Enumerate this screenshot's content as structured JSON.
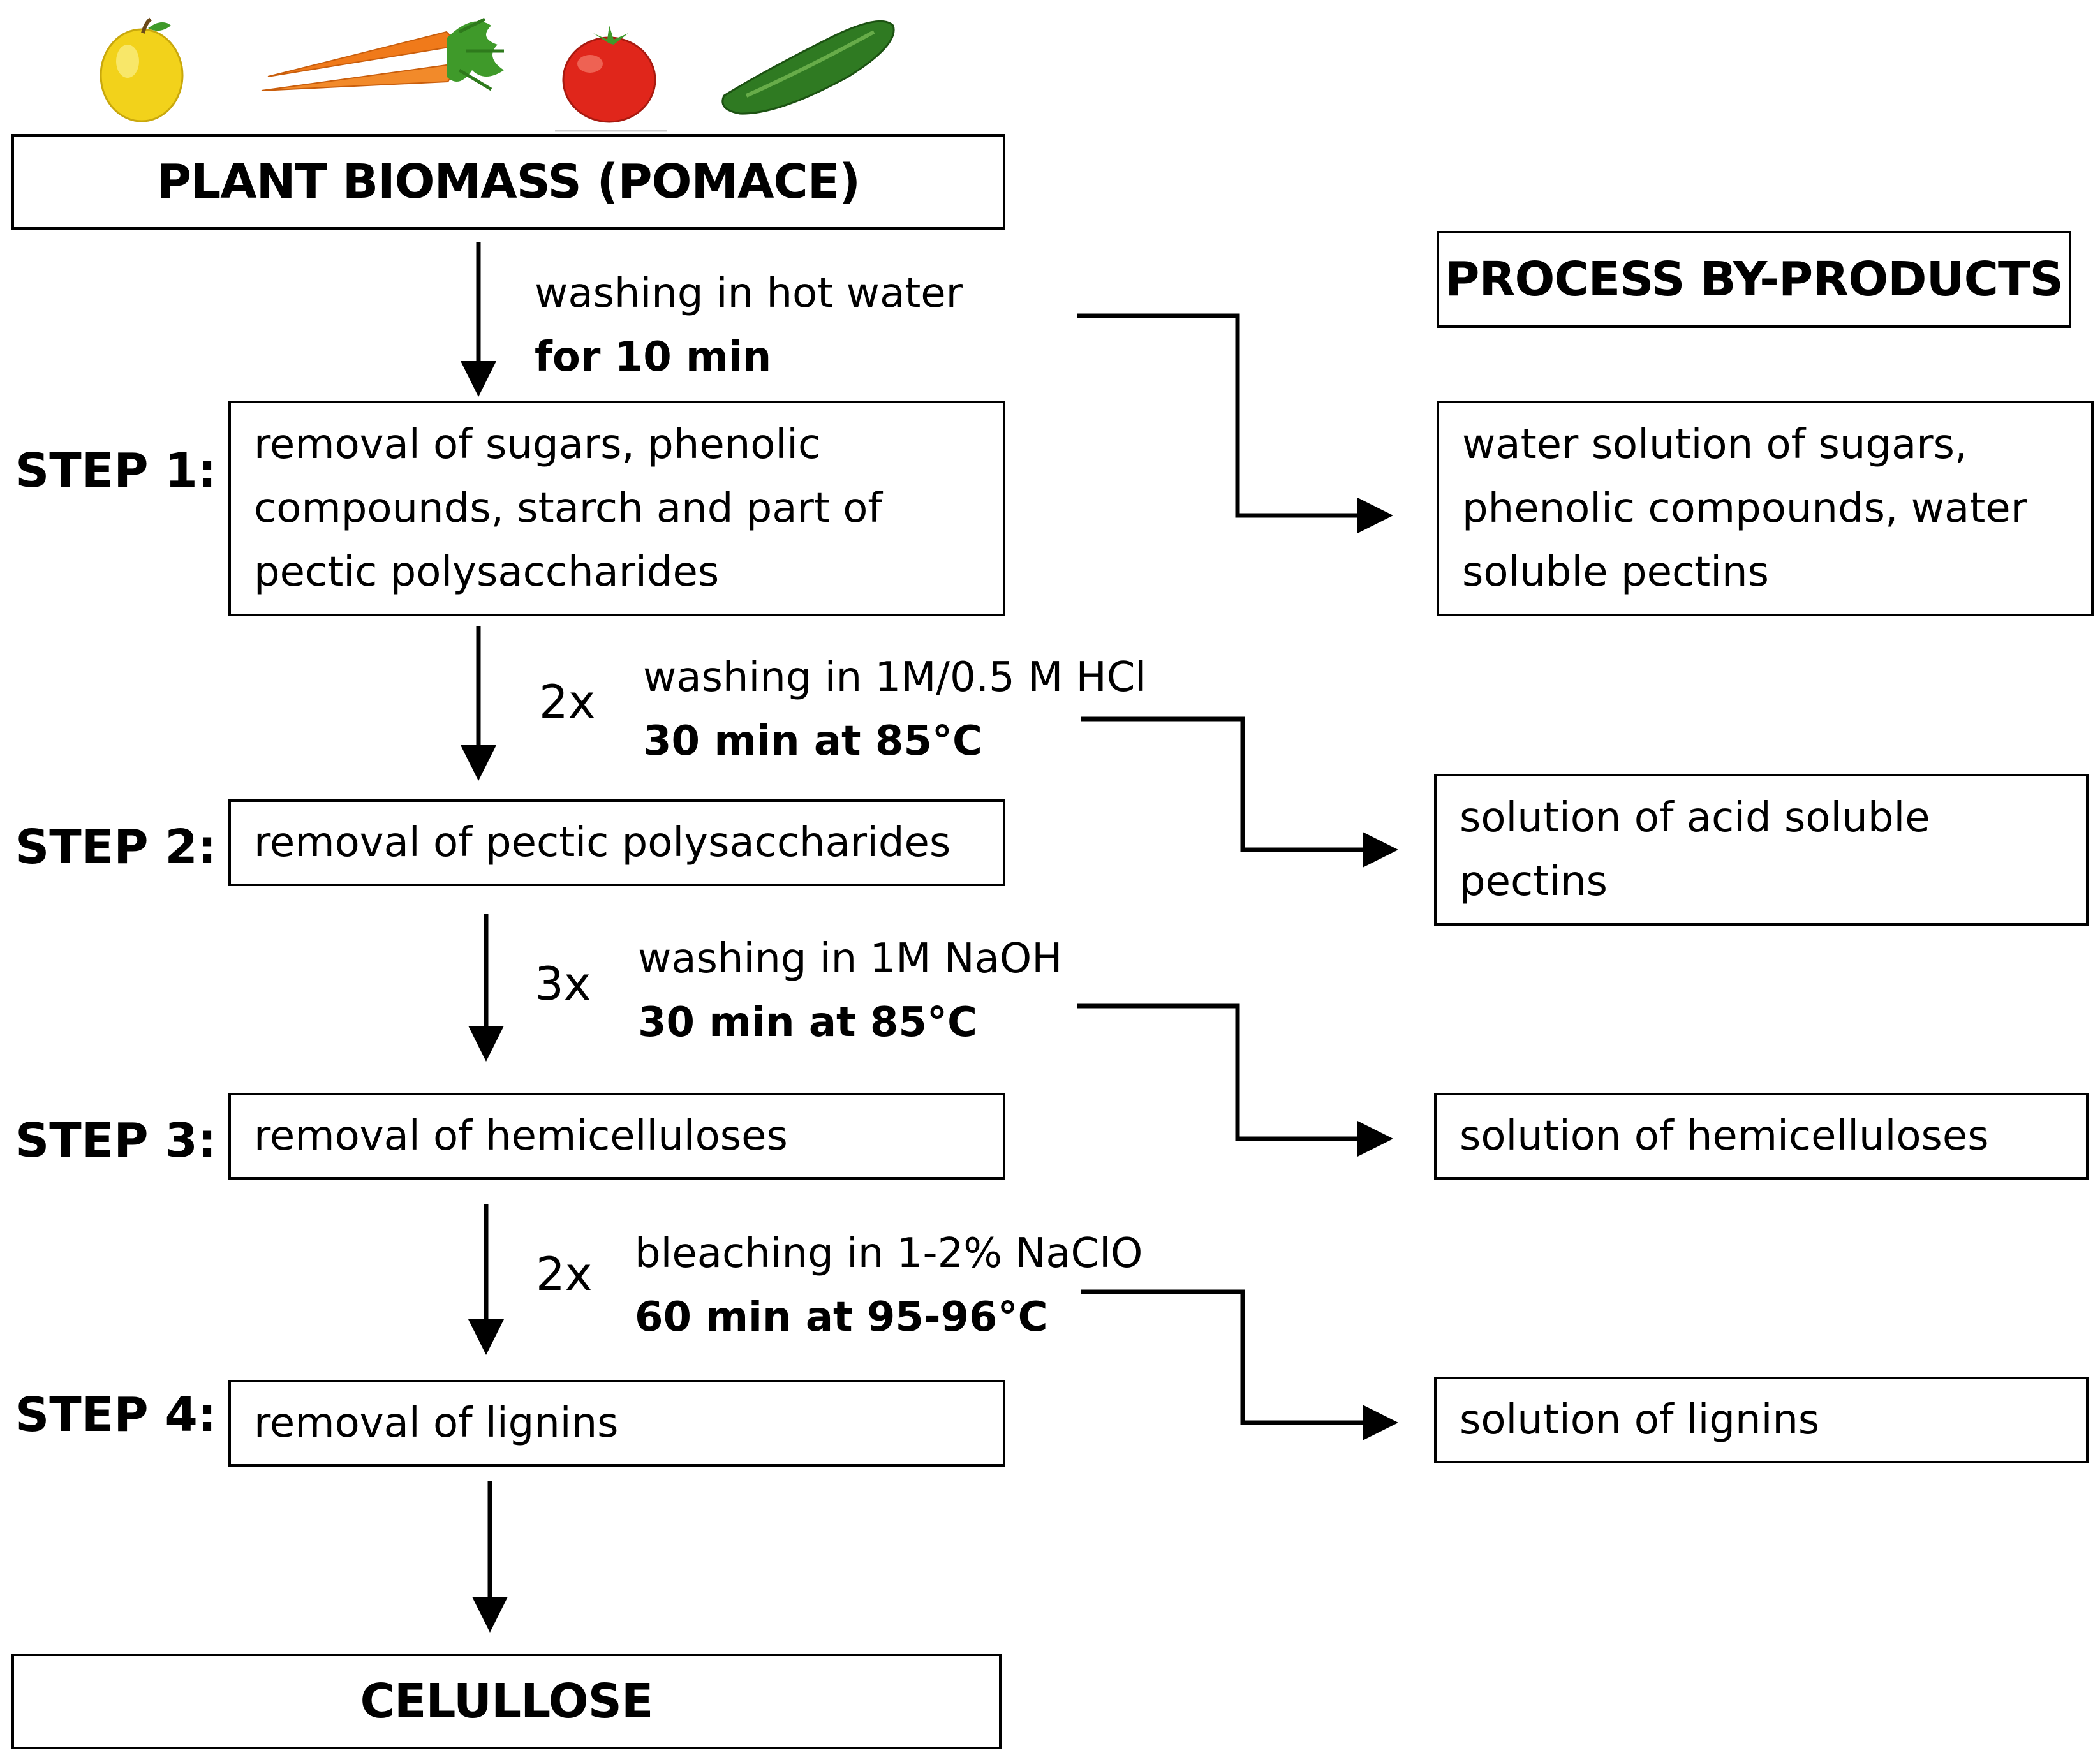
{
  "top_box": "PLANT BIOMASS (POMACE)",
  "byproducts_header": "PROCESS BY-PRODUCTS",
  "bottom_box": "CELULLOSE",
  "steps": [
    {
      "label": "STEP 1:",
      "count": "",
      "treatment": [
        "washing in hot water",
        "for 10 min"
      ],
      "result": [
        "removal of sugars, phenolic",
        "compounds, starch and part of",
        "pectic polysaccharides"
      ],
      "byproduct": [
        "water solution of sugars,",
        "phenolic compounds,  water",
        "soluble pectins"
      ]
    },
    {
      "label": "STEP 2:",
      "count": "2x",
      "treatment": [
        "washing in 1M/0.5 M HCl",
        "30 min at 85°C"
      ],
      "result": [
        "removal of pectic polysaccharides"
      ],
      "byproduct": [
        "solution of acid soluble",
        "pectins"
      ]
    },
    {
      "label": "STEP 3:",
      "count": "3x",
      "treatment": [
        "washing in 1M NaOH",
        "30 min at 85°C"
      ],
      "result": [
        "removal of hemicelluloses"
      ],
      "byproduct": [
        "solution of hemicelluloses"
      ]
    },
    {
      "label": "STEP 4:",
      "count": "2x",
      "treatment": [
        "bleaching in 1-2% NaClO",
        "60 min at 95-96°C"
      ],
      "result": [
        "removal of lignins"
      ],
      "byproduct": [
        "solution of lignins"
      ]
    }
  ],
  "icons": [
    "apple-icon",
    "carrots-icon",
    "tomato-icon",
    "cucumber-icon"
  ],
  "colors": {
    "line": "#000000",
    "apple": "#f2d21b",
    "carrot": "#f07a1a",
    "leaves": "#3f9a2a",
    "tomato": "#e0261b",
    "cucumber": "#2f7a22"
  }
}
